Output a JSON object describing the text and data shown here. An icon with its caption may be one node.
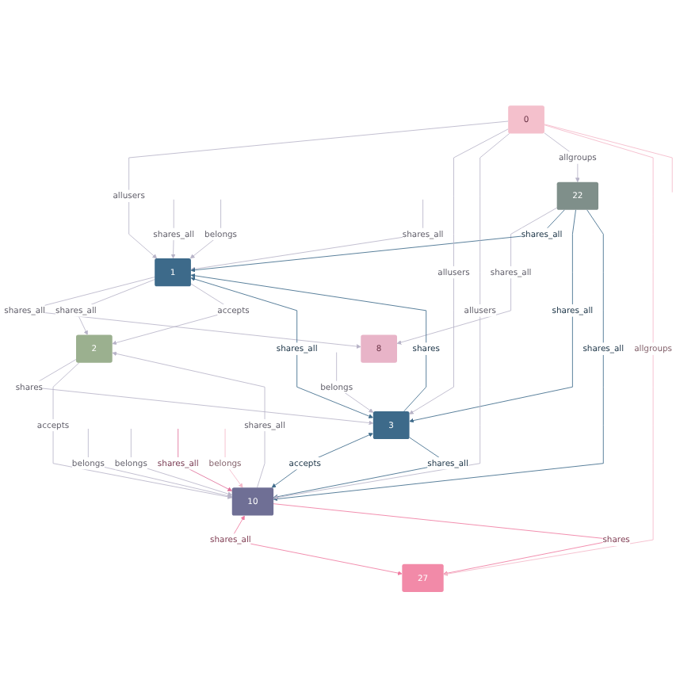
{
  "diagram": {
    "nodes": [
      {
        "text": [
          "1"
        ]
      },
      {
        "text": [
          "8"
        ]
      },
      {
        "text": [
          "22"
        ]
      },
      {
        "text": [
          "3"
        ]
      },
      {
        "text": [
          "2"
        ]
      },
      {
        "text": [
          "0"
        ]
      },
      {
        "text": [
          "10"
        ]
      },
      {
        "text": [
          "27"
        ]
      }
    ],
    "edges": [
      {
        "from": null,
        "to": 0,
        "label": "shares_all",
        "arrow": "to"
      },
      {
        "from": 0,
        "to": 1,
        "label": "shares_all",
        "arrow": "to"
      },
      {
        "from": 2,
        "to": 1,
        "label": "shares_all",
        "arrow": "to"
      },
      {
        "from": null,
        "to": 0,
        "label": "belongs",
        "arrow": "to"
      },
      {
        "from": null,
        "to": 0,
        "label": "shares_all",
        "arrow": "to"
      },
      {
        "from": 2,
        "to": 0,
        "label": "shares_all",
        "arrow": "to",
        "color": "#3d6a8a"
      },
      {
        "from": 5,
        "to": 0,
        "label": "allusers",
        "arrow": "to"
      },
      {
        "from": 3,
        "to": 0,
        "label": "shares_all",
        "arrow": "both",
        "color": "#3d6a8a"
      },
      {
        "from": 3,
        "to": 0,
        "label": "shares",
        "arrow": "to",
        "color": "#3d6a8a"
      },
      {
        "from": 0,
        "to": 4,
        "label": "shares_all",
        "arrow": "to"
      },
      {
        "from": 0,
        "to": 4,
        "label": "accepts",
        "arrow": "to"
      },
      {
        "from": 4,
        "to": 3,
        "label": "shares",
        "arrow": "to"
      },
      {
        "from": null,
        "to": 3,
        "label": "belongs",
        "arrow": "to"
      },
      {
        "from": 2,
        "to": 3,
        "label": "shares_all",
        "arrow": "to",
        "color": "#3d6a8a"
      },
      {
        "from": 5,
        "to": 3,
        "label": "allusers",
        "arrow": "to"
      },
      {
        "from": 3,
        "to": 6,
        "label": "accepts",
        "arrow": "both",
        "color": "#3d6a8a"
      },
      {
        "from": 3,
        "to": 6,
        "label": "shares_all",
        "arrow": "to",
        "color": "#3d6a8a"
      },
      {
        "from": 6,
        "to": 4,
        "label": "shares_all",
        "arrow": "to"
      },
      {
        "from": 4,
        "to": 6,
        "label": "accepts",
        "arrow": "to"
      },
      {
        "from": null,
        "to": 6,
        "label": "belongs",
        "arrow": "to"
      },
      {
        "from": null,
        "to": 6,
        "label": "belongs",
        "arrow": "to"
      },
      {
        "from": 2,
        "to": 6,
        "label": "shares_all",
        "arrow": "to",
        "color": "#3d6a8a"
      },
      {
        "from": 5,
        "to": 6,
        "label": "allusers",
        "arrow": "to"
      },
      {
        "from": null,
        "to": 6,
        "label": "shares_all",
        "arrow": "to",
        "color": "#e0709a"
      },
      {
        "from": null,
        "to": 6,
        "label": "belongs",
        "arrow": "to",
        "color": "#f4b8c8"
      },
      {
        "from": 6,
        "to": 7,
        "label": "shares_all",
        "arrow": "both",
        "color": "#f07aa0"
      },
      {
        "from": 6,
        "to": 7,
        "label": "shares",
        "arrow": "to",
        "color": "#f07aa0"
      },
      {
        "from": 5,
        "to": 2,
        "label": "allgroups",
        "arrow": "to"
      },
      {
        "from": 5,
        "to": 7,
        "label": "allgroups",
        "arrow": "to",
        "color": "#f4b8c8"
      },
      {
        "from": 5,
        "to": null,
        "arrow": "none",
        "color": "#f4b8c8"
      }
    ]
  }
}
